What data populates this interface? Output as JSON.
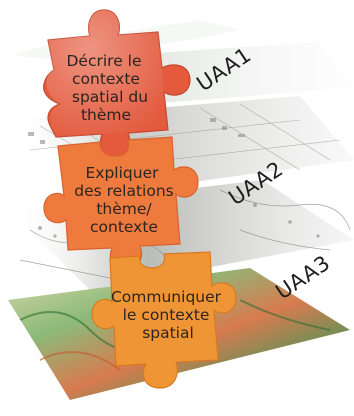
{
  "pieces": [
    {
      "lines": [
        "Décrire le",
        "contexte",
        "spatial du",
        "thème"
      ],
      "color": "#e35a3d",
      "label": "UAA1"
    },
    {
      "lines": [
        "Expliquer",
        "des relations",
        "thème/",
        "contexte"
      ],
      "color": "#ee7a3d",
      "label": "UAA2"
    },
    {
      "lines": [
        "Communiquer",
        "le contexte",
        "spatial"
      ],
      "color": "#f09535",
      "label": "UAA3"
    }
  ]
}
